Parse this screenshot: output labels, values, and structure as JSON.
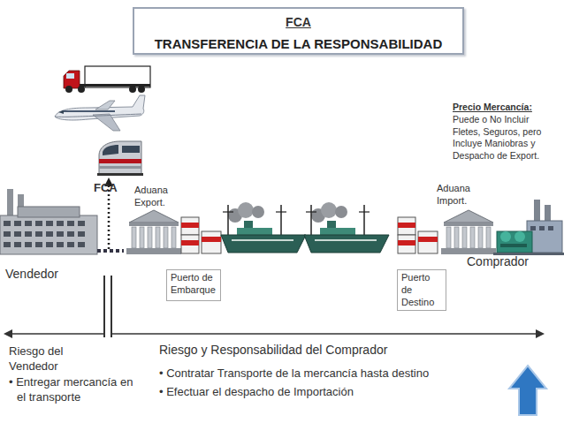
{
  "diagram": {
    "title": "TRANSFERENCIA DE LA RESPONSABILIDAD",
    "nodes": [
      {
        "text": [
          "Puerto de Embarque"
        ]
      },
      {
        "text": [
          "Puerto de Destino"
        ]
      }
    ],
    "labels": [
      "FCA",
      "Precio Mercancía:",
      "Puede o No Incluir Fletes, Seguros, pero Incluye Maniobras y Despacho de Export.",
      "FCA",
      "Aduana Export.",
      "Aduana Import.",
      "Vendedor",
      "Comprador",
      "Riesgo del Vendedor",
      "• Entregar mercancía en el transporte",
      "Riesgo y Responsabilidad del Comprador",
      "• Contratar Transporte de la mercancía hasta destino",
      "• Efectuar el despacho de Importación"
    ]
  }
}
